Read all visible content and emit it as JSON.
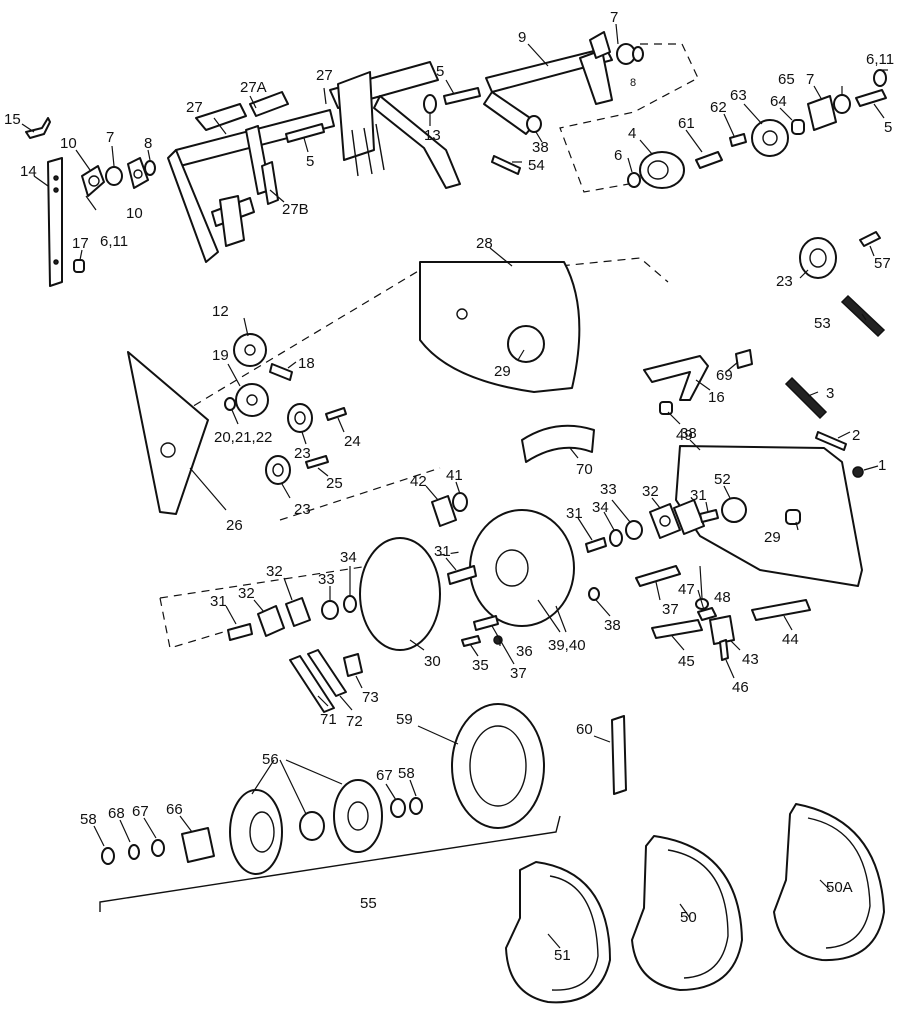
{
  "callouts": [
    {
      "id": "c15",
      "text": "15"
    },
    {
      "id": "c14",
      "text": "14"
    },
    {
      "id": "c10a",
      "text": "10"
    },
    {
      "id": "c10b",
      "text": "10"
    },
    {
      "id": "c7a",
      "text": "7"
    },
    {
      "id": "c8a",
      "text": "8"
    },
    {
      "id": "c611a",
      "text": "6,11"
    },
    {
      "id": "c17",
      "text": "17"
    },
    {
      "id": "c27a",
      "text": "27"
    },
    {
      "id": "c27A",
      "text": "27A"
    },
    {
      "id": "c27b",
      "text": "27"
    },
    {
      "id": "c27B",
      "text": "27B"
    },
    {
      "id": "c5a",
      "text": "5"
    },
    {
      "id": "c5b",
      "text": "5"
    },
    {
      "id": "c13",
      "text": "13"
    },
    {
      "id": "c9",
      "text": "9"
    },
    {
      "id": "c7b",
      "text": "7"
    },
    {
      "id": "c8b",
      "text": "8"
    },
    {
      "id": "c38a",
      "text": "38"
    },
    {
      "id": "c54",
      "text": "54"
    },
    {
      "id": "c611b",
      "text": "6,11"
    },
    {
      "id": "c65",
      "text": "65"
    },
    {
      "id": "c7c",
      "text": "7"
    },
    {
      "id": "c63",
      "text": "63"
    },
    {
      "id": "c64",
      "text": "64"
    },
    {
      "id": "c62",
      "text": "62"
    },
    {
      "id": "c61",
      "text": "61"
    },
    {
      "id": "c4",
      "text": "4"
    },
    {
      "id": "c6",
      "text": "6"
    },
    {
      "id": "c5c",
      "text": "5"
    },
    {
      "id": "c28",
      "text": "28"
    },
    {
      "id": "c29a",
      "text": "29"
    },
    {
      "id": "c12",
      "text": "12"
    },
    {
      "id": "c18",
      "text": "18"
    },
    {
      "id": "c19",
      "text": "19"
    },
    {
      "id": "c2022",
      "text": "20,21,22"
    },
    {
      "id": "c23a",
      "text": "23"
    },
    {
      "id": "c24",
      "text": "24"
    },
    {
      "id": "c23b",
      "text": "23"
    },
    {
      "id": "c25",
      "text": "25"
    },
    {
      "id": "c26",
      "text": "26"
    },
    {
      "id": "c23c",
      "text": "23"
    },
    {
      "id": "c57",
      "text": "57"
    },
    {
      "id": "c53",
      "text": "53"
    },
    {
      "id": "c69",
      "text": "69"
    },
    {
      "id": "c16",
      "text": "16"
    },
    {
      "id": "c3",
      "text": "3"
    },
    {
      "id": "c38b",
      "text": "38"
    },
    {
      "id": "c2",
      "text": "2"
    },
    {
      "id": "c1",
      "text": "1"
    },
    {
      "id": "c49",
      "text": "49"
    },
    {
      "id": "c70",
      "text": "70"
    },
    {
      "id": "c42",
      "text": "42"
    },
    {
      "id": "c41",
      "text": "41"
    },
    {
      "id": "c33a",
      "text": "33"
    },
    {
      "id": "c32a",
      "text": "32"
    },
    {
      "id": "c31a",
      "text": "31"
    },
    {
      "id": "c52",
      "text": "52"
    },
    {
      "id": "c34a",
      "text": "34"
    },
    {
      "id": "c31b",
      "text": "31"
    },
    {
      "id": "c29b",
      "text": "29"
    },
    {
      "id": "c31c",
      "text": "31"
    },
    {
      "id": "c32b",
      "text": "32"
    },
    {
      "id": "c32c",
      "text": "32"
    },
    {
      "id": "c33b",
      "text": "33"
    },
    {
      "id": "c34b",
      "text": "34"
    },
    {
      "id": "c31d",
      "text": "31"
    },
    {
      "id": "c30",
      "text": "30"
    },
    {
      "id": "c35",
      "text": "35"
    },
    {
      "id": "c36",
      "text": "36"
    },
    {
      "id": "c37a",
      "text": "37"
    },
    {
      "id": "c3940",
      "text": "39,40"
    },
    {
      "id": "c38c",
      "text": "38"
    },
    {
      "id": "c37b",
      "text": "37"
    },
    {
      "id": "c48",
      "text": "48"
    },
    {
      "id": "c47",
      "text": "47"
    },
    {
      "id": "c44",
      "text": "44"
    },
    {
      "id": "c45",
      "text": "45"
    },
    {
      "id": "c43",
      "text": "43"
    },
    {
      "id": "c46",
      "text": "46"
    },
    {
      "id": "c71",
      "text": "71"
    },
    {
      "id": "c72",
      "text": "72"
    },
    {
      "id": "c73",
      "text": "73"
    },
    {
      "id": "c59",
      "text": "59"
    },
    {
      "id": "c60",
      "text": "60"
    },
    {
      "id": "c56",
      "text": "56"
    },
    {
      "id": "c67a",
      "text": "67"
    },
    {
      "id": "c58a",
      "text": "58"
    },
    {
      "id": "c58b",
      "text": "58"
    },
    {
      "id": "c68",
      "text": "68"
    },
    {
      "id": "c67b",
      "text": "67"
    },
    {
      "id": "c66",
      "text": "66"
    },
    {
      "id": "c55",
      "text": "55"
    },
    {
      "id": "c51",
      "text": "51"
    },
    {
      "id": "c50",
      "text": "50"
    },
    {
      "id": "c50A",
      "text": "50A"
    }
  ]
}
